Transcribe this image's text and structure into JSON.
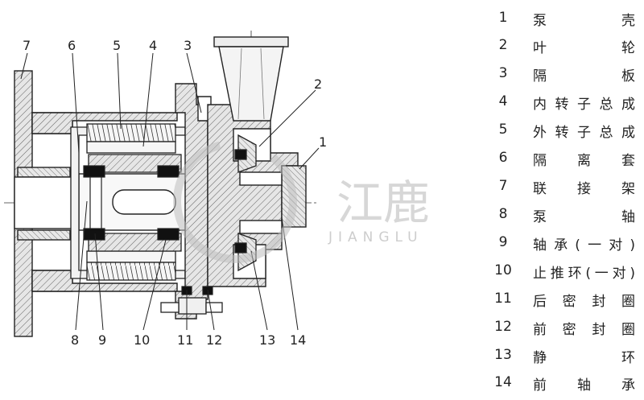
{
  "callouts": [
    {
      "num": "7"
    },
    {
      "num": "6"
    },
    {
      "num": "5"
    },
    {
      "num": "4"
    },
    {
      "num": "3"
    },
    {
      "num": "2"
    },
    {
      "num": "1"
    },
    {
      "num": "8"
    },
    {
      "num": "9"
    },
    {
      "num": "10"
    },
    {
      "num": "11"
    },
    {
      "num": "12"
    },
    {
      "num": "13"
    },
    {
      "num": "14"
    }
  ],
  "legend": [
    {
      "num": "1",
      "name": "泵壳"
    },
    {
      "num": "2",
      "name": "叶轮"
    },
    {
      "num": "3",
      "name": "隔板"
    },
    {
      "num": "4",
      "name": "内转子总成"
    },
    {
      "num": "5",
      "name": "外转子总成"
    },
    {
      "num": "6",
      "name": "隔离套"
    },
    {
      "num": "7",
      "name": "联接架"
    },
    {
      "num": "8",
      "name": "泵轴"
    },
    {
      "num": "9",
      "name": "轴承(一对)"
    },
    {
      "num": "10",
      "name": "止推环(一对)"
    },
    {
      "num": "11",
      "name": "后密封圈"
    },
    {
      "num": "12",
      "name": "前密封圈"
    },
    {
      "num": "13",
      "name": "静环"
    },
    {
      "num": "14",
      "name": "前轴承"
    }
  ],
  "watermark": {
    "brand_cn": "江鹿",
    "brand_en": "JIANGLU"
  },
  "colors": {
    "line": "#222222",
    "hatch_fill": "#e4e4e4",
    "magnet_fill": "#f4f4f4",
    "watermark": "#b8b8b8"
  }
}
